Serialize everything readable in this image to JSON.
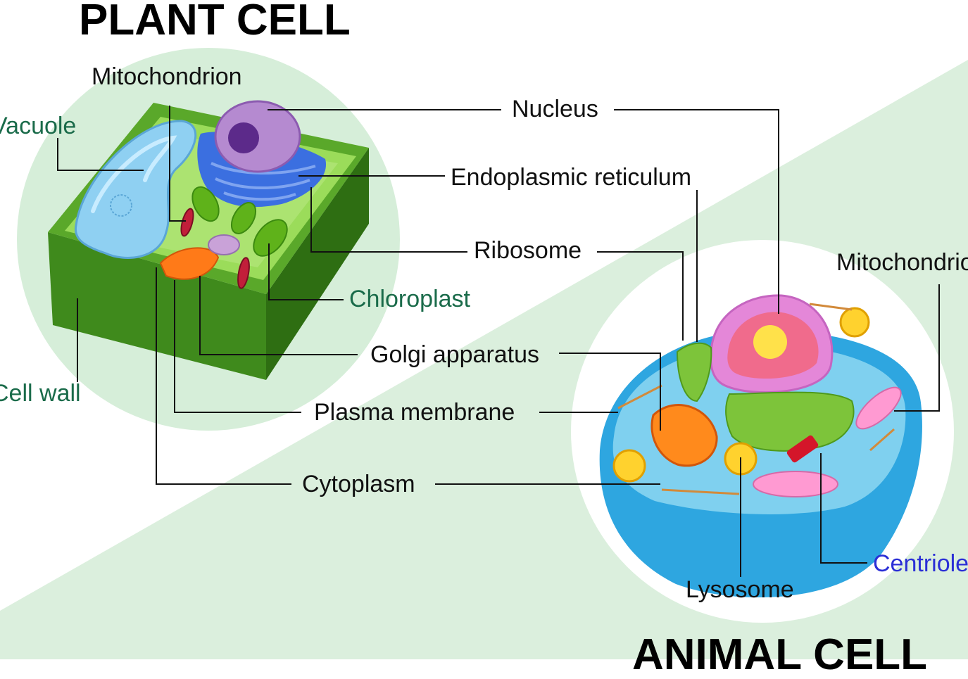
{
  "titles": {
    "plant": "PLANT CELL",
    "animal": "ANIMAL CELL"
  },
  "labels": {
    "mitochondrion_plant": "Mitochondrion",
    "vacuole": "Vacuole",
    "cell_wall": "Cell wall",
    "chloroplast": "Chloroplast",
    "nucleus": "Nucleus",
    "endoplasmic_reticulum": "Endoplasmic reticulum",
    "ribosome": "Ribosome",
    "golgi_apparatus": "Golgi apparatus",
    "plasma_membrane": "Plasma membrane",
    "cytoplasm": "Cytoplasm",
    "mitochondrion_animal": "Mitochondrion",
    "lysosome": "Lysosome",
    "centriole": "Centriole"
  },
  "colors": {
    "shared_label": "#111111",
    "plant_label": "#1a6b4a",
    "animal_label": "#2b2fd6",
    "background_tint": "#d9efdc"
  }
}
